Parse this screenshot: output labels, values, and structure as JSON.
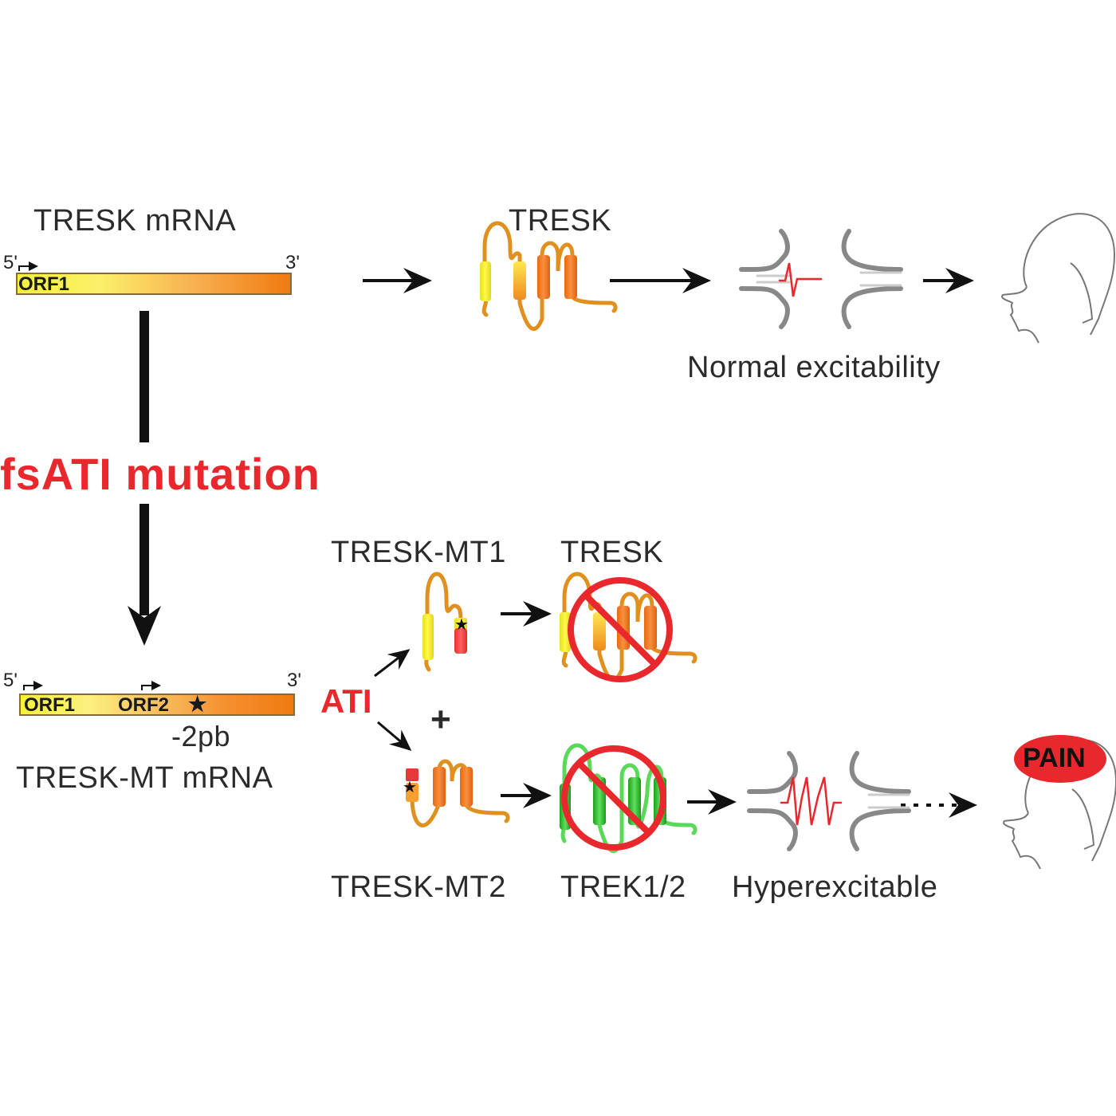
{
  "figure": {
    "type": "graphical-abstract",
    "colors": {
      "accent_red": "#e8282c",
      "mrna_start": "#f5f03a",
      "mrna_end": "#f07a10",
      "tresk_orange": "#e08a1e",
      "trek_green": "#3ec43e",
      "neuron_gray": "#9a9a9a"
    }
  },
  "top_row": {
    "mrna_label": "TRESK mRNA",
    "five_prime": "5'",
    "three_prime": "3'",
    "orf1": "ORF1",
    "protein_label": "TRESK",
    "neuron_label": "Normal excitability",
    "head_icon": "head-profile-icon"
  },
  "mutation": {
    "label": "fsATI mutation"
  },
  "bottom_row": {
    "mrna_label": "TRESK-MT mRNA",
    "five_prime": "5'",
    "three_prime": "3'",
    "orf1": "ORF1",
    "orf2": "ORF2",
    "star": "★",
    "deletion": "-2pb",
    "ati_label": "ATI",
    "plus": "+",
    "mt1_label": "TRESK-MT1",
    "tresk_label": "TRESK",
    "mt2_label": "TRESK-MT2",
    "trek_label": "TREK1/2",
    "neuron_label": "Hyperexcitable",
    "pain_label": "PAIN"
  }
}
